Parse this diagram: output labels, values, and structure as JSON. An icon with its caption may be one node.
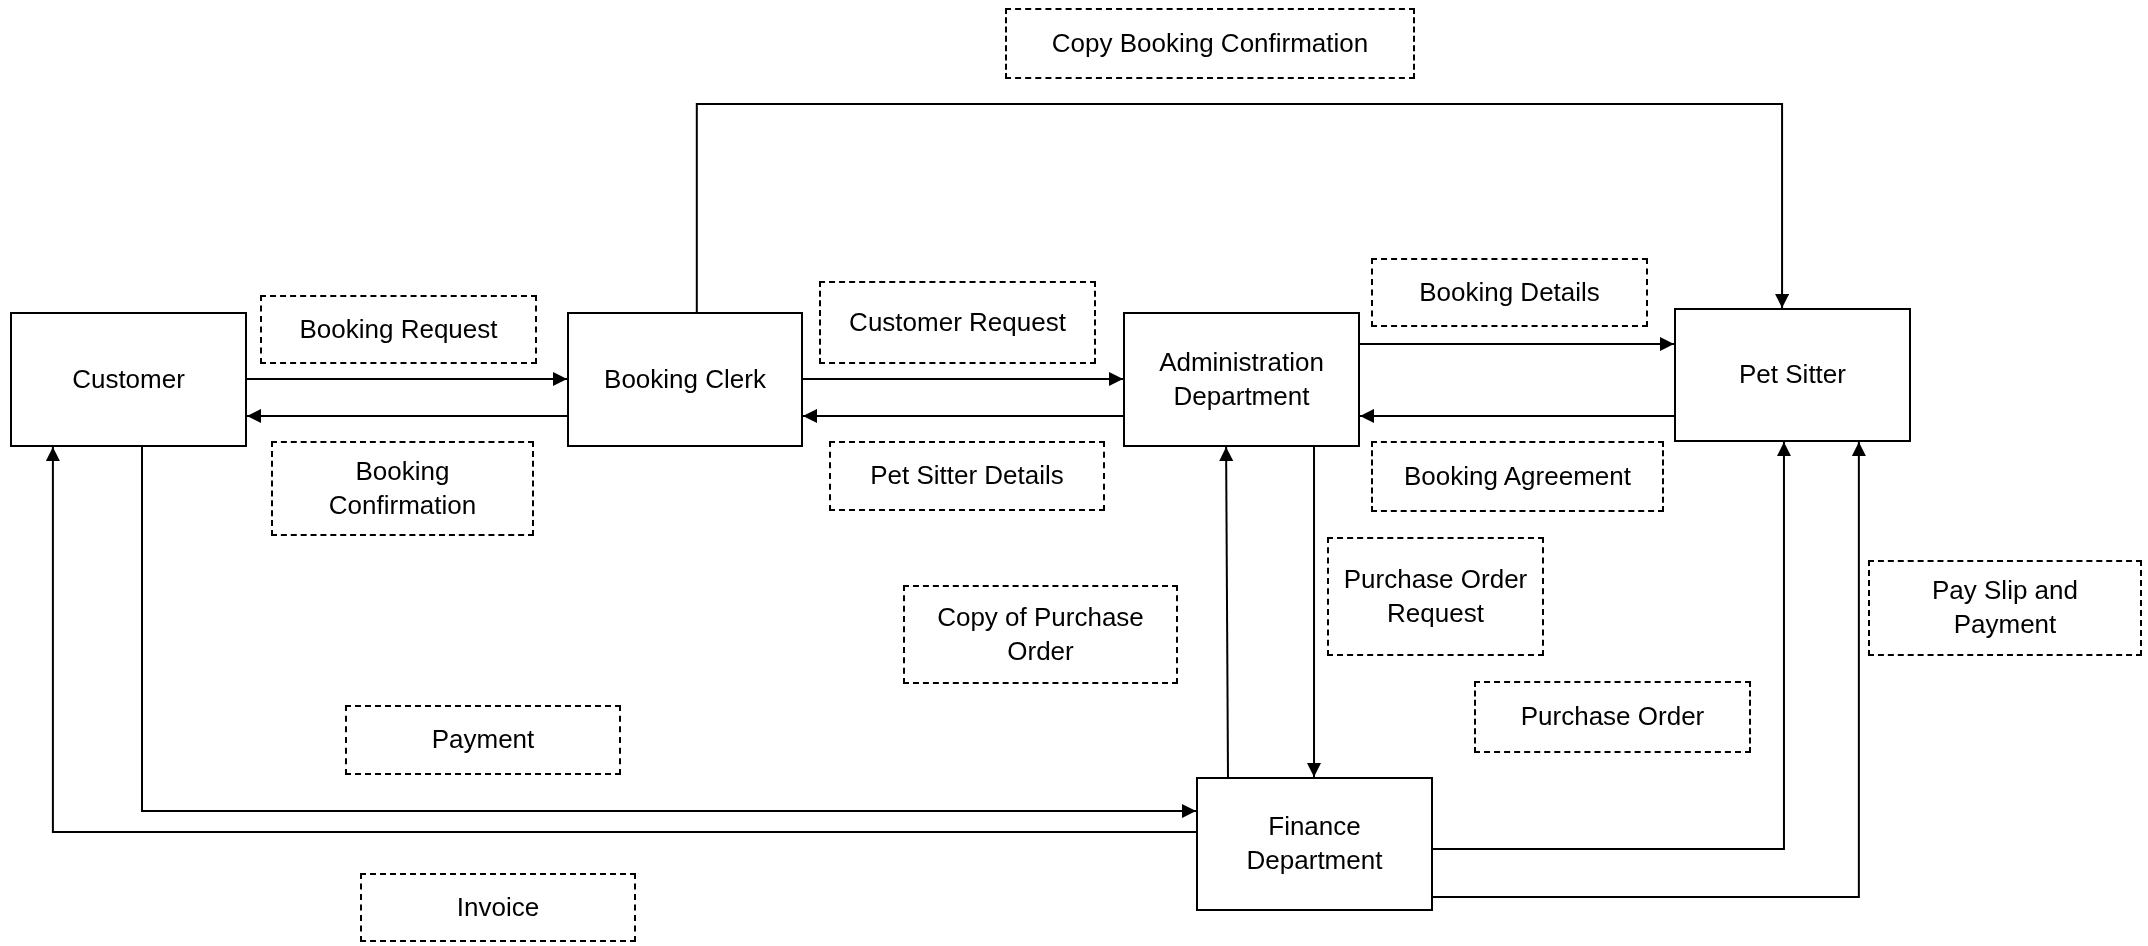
{
  "diagram": {
    "nodes": [
      {
        "text": [
          "Customer"
        ]
      },
      {
        "text": [
          "Booking Clerk"
        ]
      },
      {
        "text": [
          "Administration Department"
        ]
      },
      {
        "text": [
          "Pet Sitter"
        ]
      },
      {
        "text": [
          "Finance Department"
        ]
      },
      {
        "text": [
          "Copy Booking Confirmation"
        ]
      },
      {
        "text": [
          "Booking Request"
        ]
      },
      {
        "text": [
          "Customer Request"
        ]
      },
      {
        "text": [
          "Booking Details"
        ]
      },
      {
        "text": [
          "Booking Confirmation"
        ]
      },
      {
        "text": [
          "Pet Sitter Details"
        ]
      },
      {
        "text": [
          "Booking Agreement"
        ]
      },
      {
        "text": [
          "Purchase Order Request"
        ]
      },
      {
        "text": [
          "Copy of Purchase Order"
        ]
      },
      {
        "text": [
          "Pay Slip and Payment"
        ]
      },
      {
        "text": [
          "Purchase Order"
        ]
      },
      {
        "text": [
          "Payment"
        ]
      },
      {
        "text": [
          "Invoice"
        ]
      }
    ],
    "edges": [
      {
        "from": 0,
        "to": 1,
        "arrow": "to"
      },
      {
        "from": 1,
        "to": 0,
        "arrow": "to"
      },
      {
        "from": 1,
        "to": 2,
        "arrow": "to"
      },
      {
        "from": 2,
        "to": 1,
        "arrow": "to"
      },
      {
        "from": 1,
        "to": 3,
        "arrow": "to"
      },
      {
        "from": 2,
        "to": 3,
        "arrow": "to"
      },
      {
        "from": 3,
        "to": 2,
        "arrow": "to"
      },
      {
        "from": 4,
        "to": 2,
        "arrow": "to"
      },
      {
        "from": 2,
        "to": 4,
        "arrow": "to"
      },
      {
        "from": 0,
        "to": 4,
        "arrow": "to"
      },
      {
        "from": 4,
        "to": 0,
        "arrow": "to"
      },
      {
        "from": 4,
        "to": 3,
        "arrow": "to"
      },
      {
        "from": 4,
        "to": 3,
        "arrow": "to"
      }
    ]
  }
}
